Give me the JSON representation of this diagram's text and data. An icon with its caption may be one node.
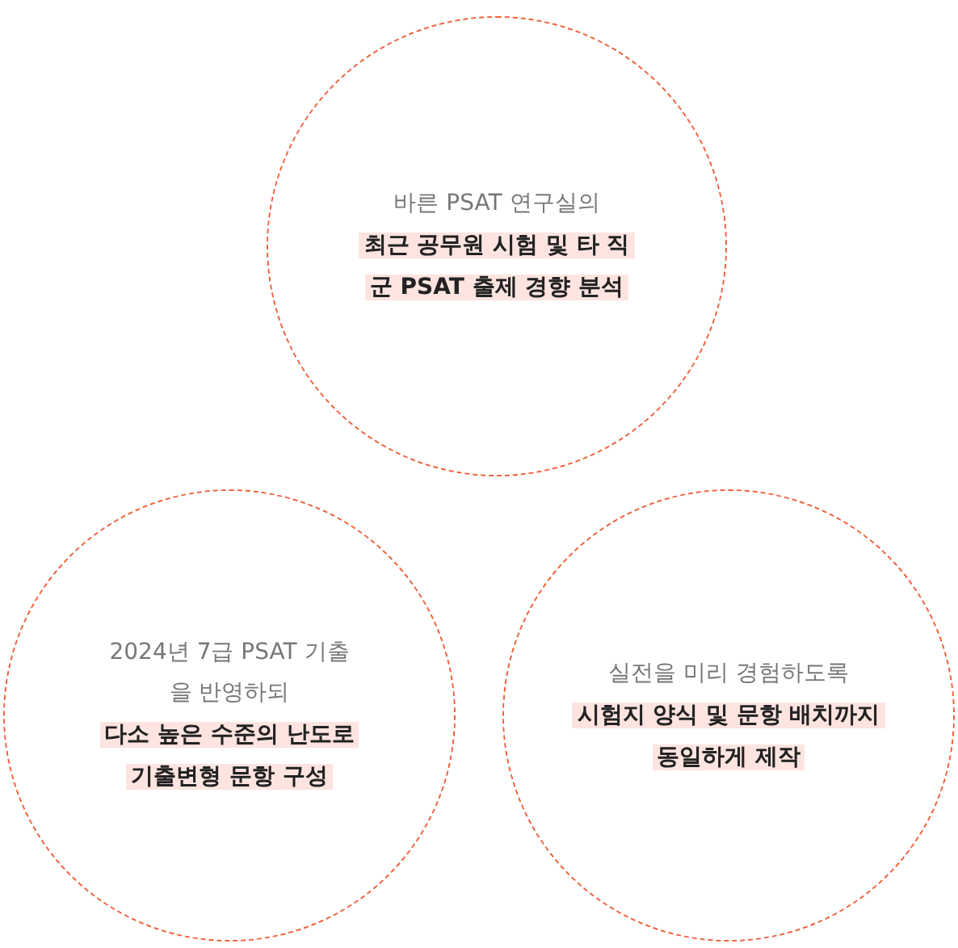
{
  "diagram": {
    "nodes": [
      {
        "text": [
          "바른 PSAT 연구실의",
          "최근 공무원 시험 및 타 직군 PSAT 출제 경향 분석"
        ]
      },
      {
        "text": [
          "2024년 7급 PSAT 기출을 반영하되",
          "다소 높은 수준의 난도로 기출변형 문항 구성"
        ]
      },
      {
        "text": [
          "실전을 미리 경험하도록",
          "시험지 양식 및 문항 배치까지 동일하게 제작"
        ]
      }
    ]
  }
}
